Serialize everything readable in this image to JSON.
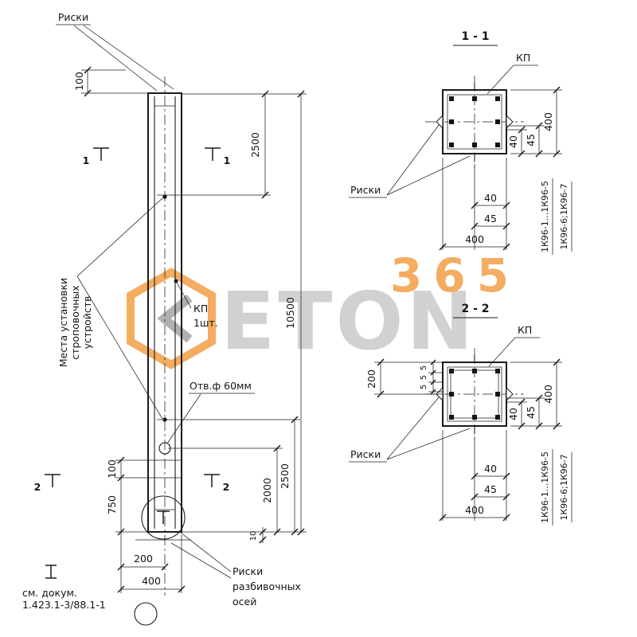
{
  "watermark": {
    "brand": "ETON",
    "number": "365"
  },
  "elevation": {
    "riski_label": "Риски",
    "dim_top_100": "100",
    "dim_top_2500": "2500",
    "dim_total_height": "10500",
    "section1_mark": "1",
    "section2_mark": "2",
    "places_line1": "Места установки",
    "places_line2": "строповочных",
    "places_line3": "устройств",
    "kp_label": "КП",
    "kp_qty": "1шт.",
    "hole_label": "Отв.ф 60мм",
    "dim_bottom_100": "100",
    "dim_bottom_750": "750",
    "dim_bottom_2000": "2000",
    "dim_bottom_2500": "2500",
    "dim_bottom_10": "10",
    "dim_width_200": "200",
    "dim_width_400": "400",
    "axes_note_line1": "Риски",
    "axes_note_line2": "разбивочных",
    "axes_note_line3": "осей",
    "doc_note_line1": "см. докум.",
    "doc_note_line2": "1.423.1-3/88.1-1"
  },
  "section1": {
    "title": "1 - 1",
    "kp_label": "КП",
    "riski_label": "Риски",
    "dim_40_right": "40",
    "dim_45_right": "45",
    "dim_400_right": "400",
    "dim_40_bottom": "40",
    "dim_45_bottom": "45",
    "dim_400_bottom": "400",
    "marks_line1": "1К96-1...1К96-5",
    "marks_line2": "1К96-6;1К96-7"
  },
  "section2": {
    "title": "2 - 2",
    "kp_label": "КП",
    "riski_label": "Риски",
    "dim_200": "200",
    "dim_5_1": "5",
    "dim_5_2": "5",
    "dim_5_3": "5",
    "dim_40_right": "40",
    "dim_45_right": "45",
    "dim_400_right": "400",
    "dim_40_bottom": "40",
    "dim_45_bottom": "45",
    "dim_400_bottom": "400",
    "marks_line1": "1К96-1...1К96-5",
    "marks_line2": "1К96-6;1К96-7"
  }
}
